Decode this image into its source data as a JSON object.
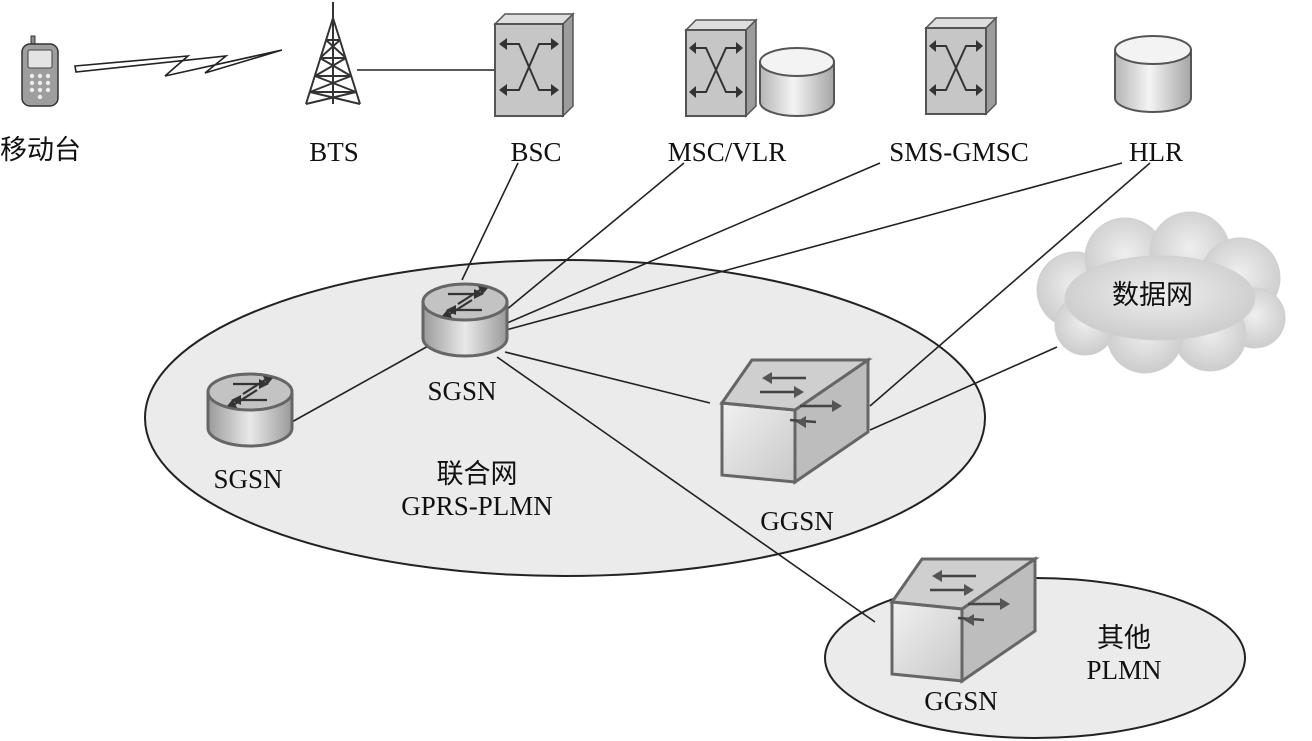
{
  "nodes": {
    "mobile": {
      "label": "移动台"
    },
    "bts": {
      "label": "BTS"
    },
    "bsc": {
      "label": "BSC"
    },
    "msc_vlr": {
      "label": "MSC/VLR"
    },
    "sms_gmsc": {
      "label": "SMS-GMSC"
    },
    "hlr": {
      "label": "HLR"
    },
    "data_network": {
      "label": "数据网"
    },
    "sgsn_main": {
      "label": "SGSN"
    },
    "sgsn_left": {
      "label": "SGSN"
    },
    "ggsn_main": {
      "label": "GGSN"
    },
    "ggsn_other": {
      "label": "GGSN"
    }
  },
  "networks": {
    "gprs_plmn": {
      "line1": "联合网",
      "line2": "GPRS-PLMN"
    },
    "other_plmn": {
      "line1": "其他",
      "line2": "PLMN"
    }
  },
  "colors": {
    "ellipse_fill": "#ebebeb",
    "device_gray": "#c4c4c4",
    "device_light": "#e4e4e4",
    "stroke": "#222222",
    "cloud": "#d9d9d9"
  }
}
